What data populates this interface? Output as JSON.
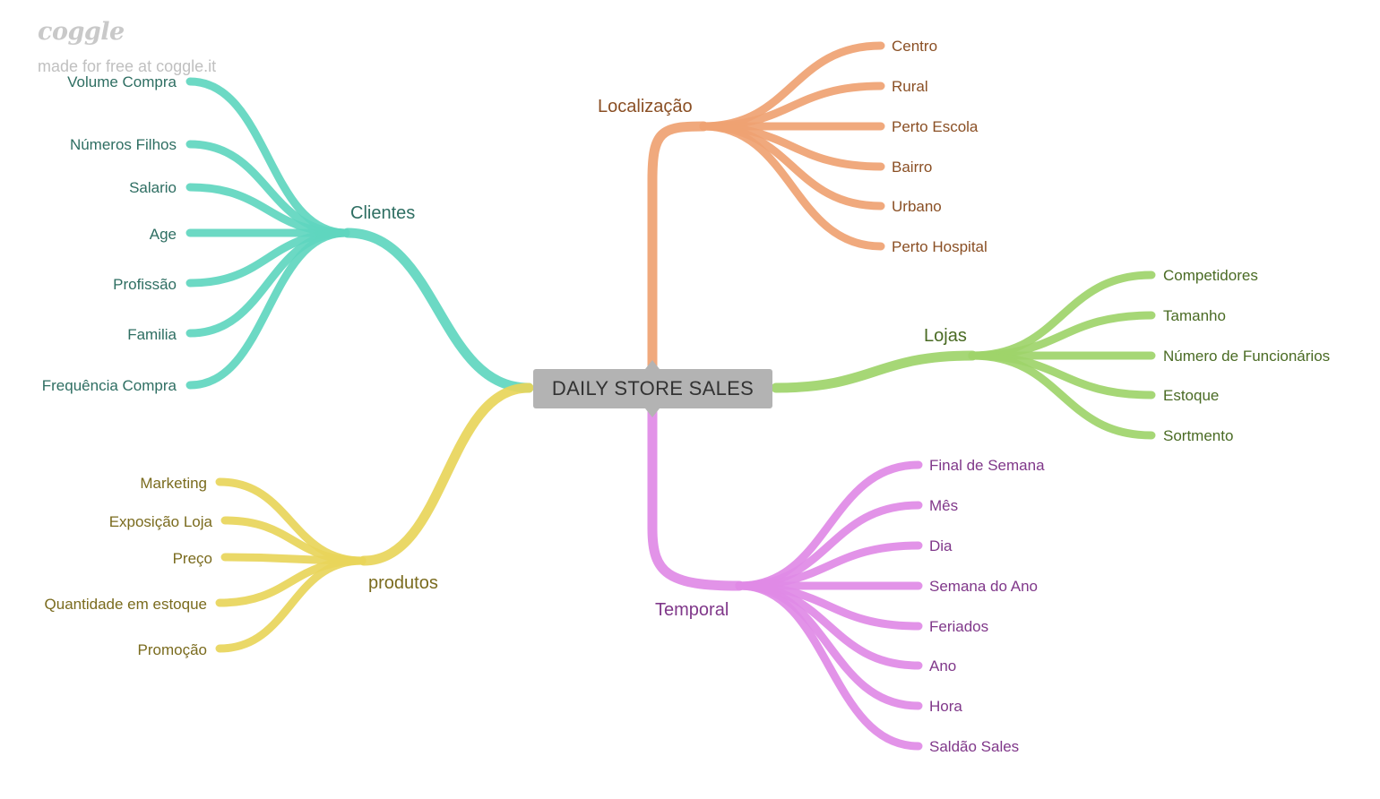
{
  "watermark": {
    "logo": "coggle",
    "text": "made for free at coggle.it"
  },
  "central": {
    "label": "DAILY STORE SALES"
  },
  "branches": {
    "clientes": {
      "label": "Clientes",
      "color": "#5fd6bf",
      "text_color": "#2e6e62",
      "items": [
        "Volume Compra",
        "Números Filhos",
        "Salario",
        "Age",
        "Profissão",
        "Familia",
        "Frequência Compra"
      ]
    },
    "produtos": {
      "label": "produtos",
      "color": "#e8d55a",
      "text_color": "#7a6b1e",
      "items": [
        "Marketing",
        "Exposição Loja",
        "Preço",
        "Quantidade em estoque",
        "Promoção"
      ]
    },
    "localizacao": {
      "label": "Localização",
      "color": "#efa272",
      "text_color": "#8a4f24",
      "items": [
        "Centro",
        "Rural",
        "Perto Escola",
        "Bairro",
        "Urbano",
        "Perto Hospital"
      ]
    },
    "lojas": {
      "label": "Lojas",
      "color": "#9ed46a",
      "text_color": "#4a6b24",
      "items": [
        "Competidores",
        "Tamanho",
        "Número de Funcionários",
        "Estoque",
        "Sortmento"
      ]
    },
    "temporal": {
      "label": "Temporal",
      "color": "#e08ae6",
      "text_color": "#80388a",
      "items": [
        "Final de Semana",
        "Mês",
        "Dia",
        "Semana do Ano",
        "Feriados",
        "Ano",
        "Hora",
        "Saldão Sales"
      ]
    }
  }
}
